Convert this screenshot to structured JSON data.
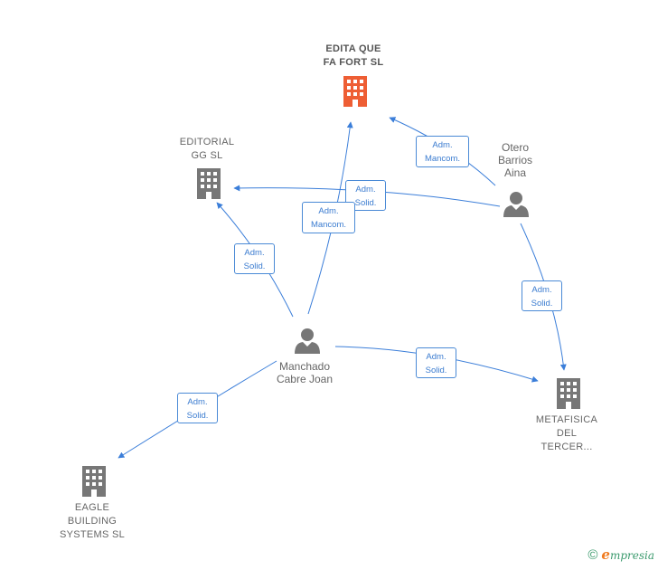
{
  "colors": {
    "edge": "#3b7ed9",
    "building_main": "#ee5e34",
    "building": "#777777",
    "person": "#777777"
  },
  "companies": {
    "edita": "EDITA QUE\nFA FORT  SL",
    "editorial": "EDITORIAL\nGG  SL",
    "metafisica": "METAFISICA\nDEL\nTERCER...",
    "eagle": "EAGLE\nBUILDING\nSYSTEMS  SL"
  },
  "people": {
    "otero": "Otero\nBarrios\nAina",
    "manchado": "Manchado\nCabre Joan"
  },
  "edges": {
    "otero_edita": "Adm.\nMancom.",
    "otero_editorial": "Adm.\nSolid.",
    "manchado_edita": "Adm.\nMancom.",
    "manchado_editorial": "Adm.\nSolid.",
    "otero_metafisica": "Adm.\nSolid.",
    "manchado_metafisica": "Adm.\nSolid.",
    "manchado_eagle": "Adm.\nSolid."
  },
  "footer": {
    "copyright_symbol": "©",
    "brand_initial": "e",
    "brand_rest": "mpresia"
  }
}
